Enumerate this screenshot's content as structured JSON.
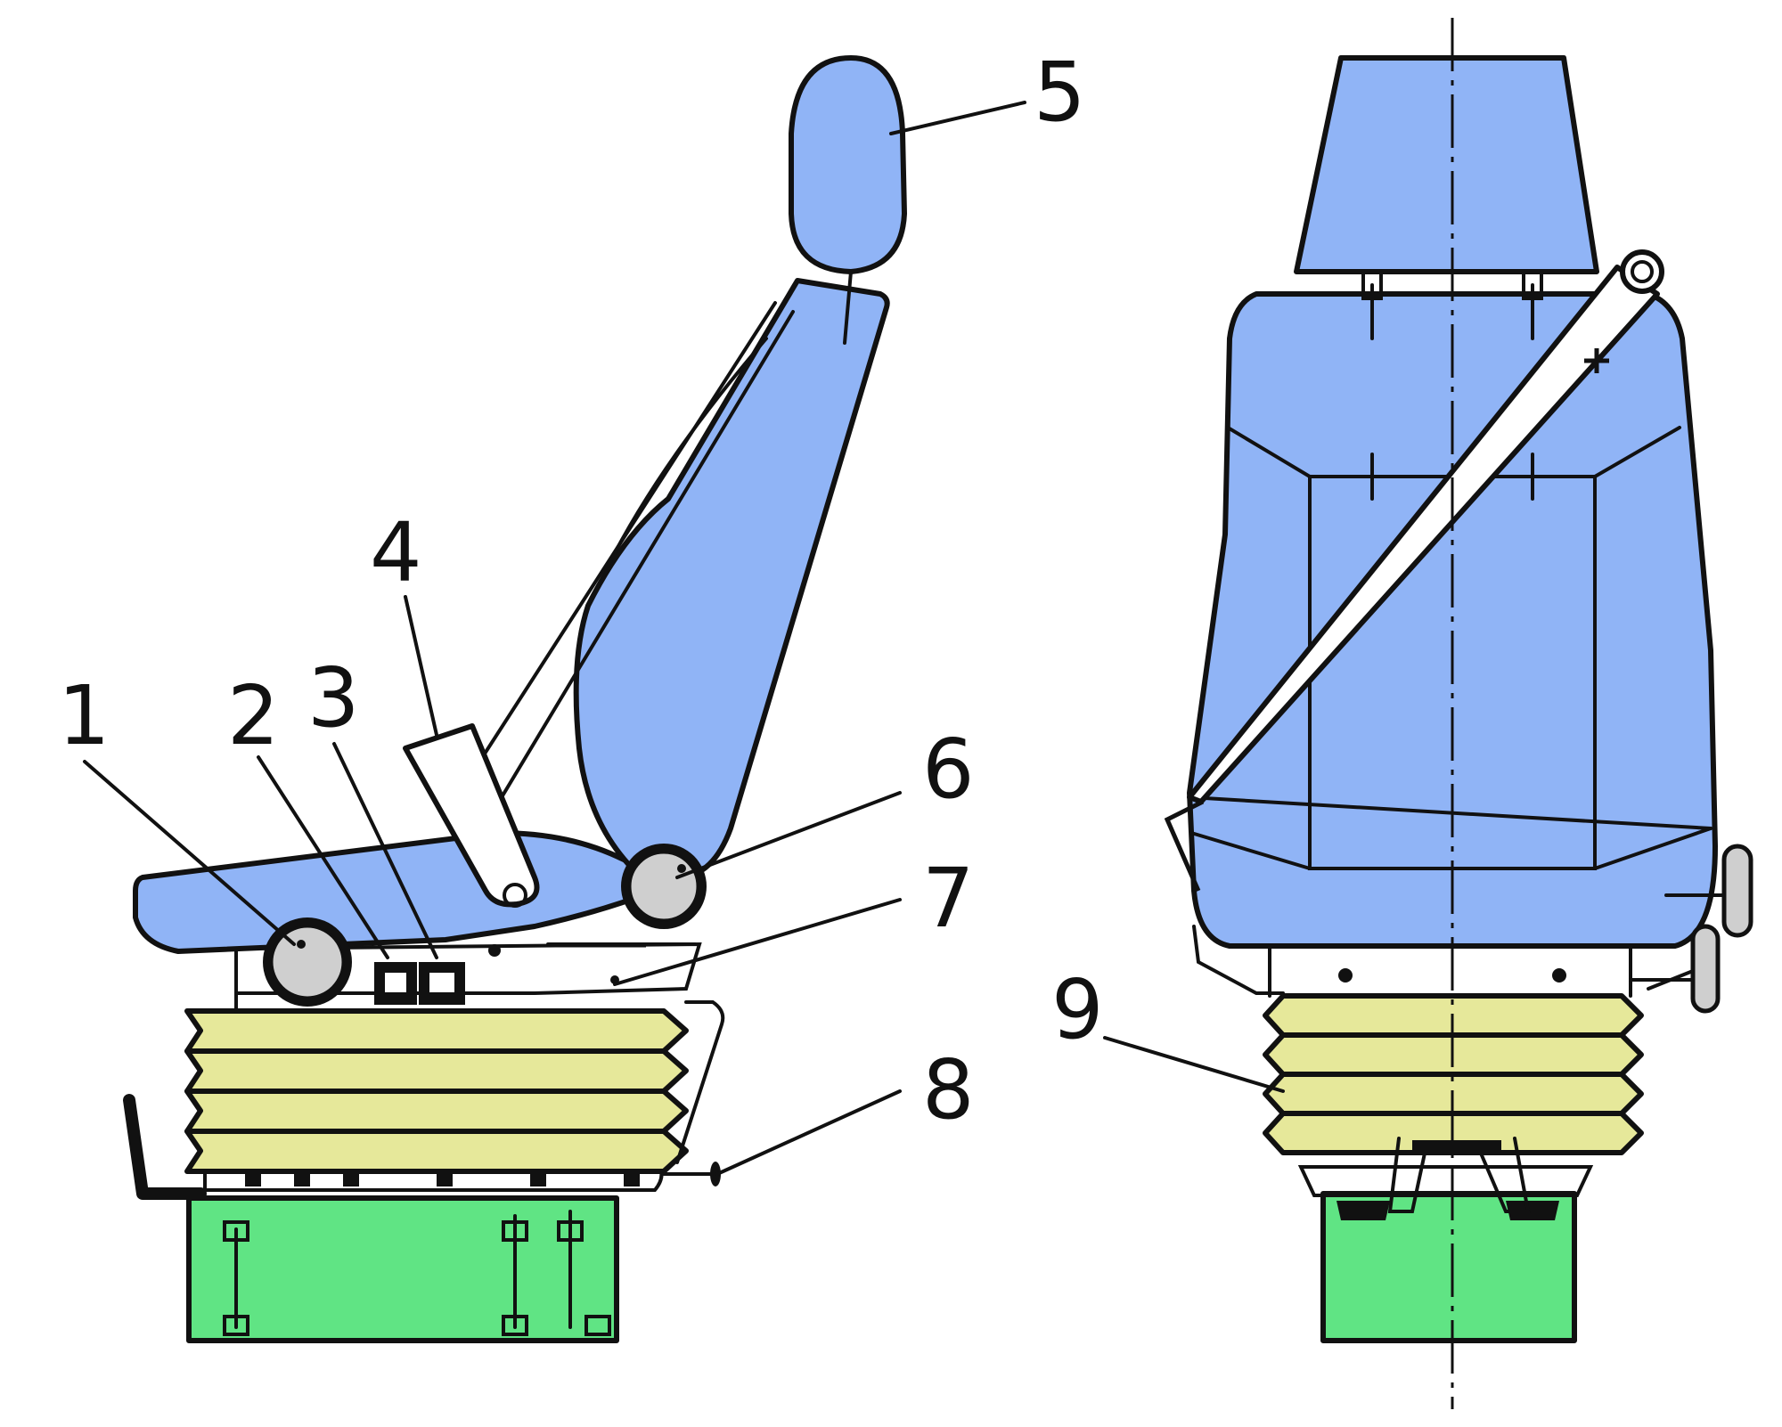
{
  "diagram": {
    "callouts": [
      {
        "id": "1",
        "label": "1"
      },
      {
        "id": "2",
        "label": "2"
      },
      {
        "id": "3",
        "label": "3"
      },
      {
        "id": "4",
        "label": "4"
      },
      {
        "id": "5",
        "label": "5"
      },
      {
        "id": "6",
        "label": "6"
      },
      {
        "id": "7",
        "label": "7"
      },
      {
        "id": "8",
        "label": "8"
      },
      {
        "id": "9",
        "label": "9"
      }
    ],
    "colors": {
      "upholstery": "#90b4f6",
      "bellows": "#e6e89a",
      "base": "#60e484",
      "knob": "#cfcfcf",
      "outline": "#111111"
    }
  }
}
